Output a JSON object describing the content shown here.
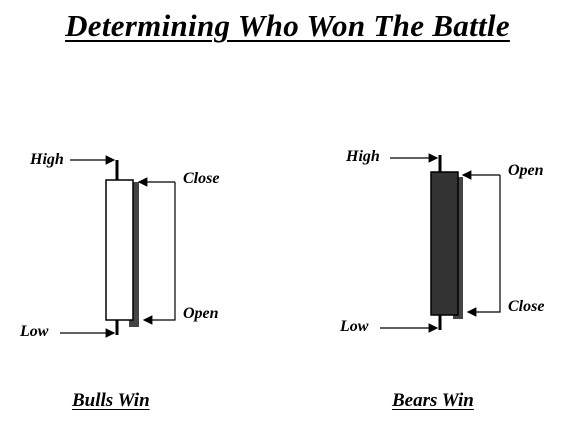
{
  "title": "Determining Who Won The Battle",
  "bulls": {
    "caption": "Bulls Win",
    "high_label": "High",
    "low_label": "Low",
    "open_label": "Open",
    "close_label": "Close"
  },
  "bears": {
    "caption": "Bears Win",
    "high_label": "High",
    "low_label": "Low",
    "open_label": "Open",
    "close_label": "Close"
  },
  "colors": {
    "bull_body": "#ffffff",
    "bear_body": "#333333",
    "shadow": "#444444",
    "ink": "#000000"
  }
}
